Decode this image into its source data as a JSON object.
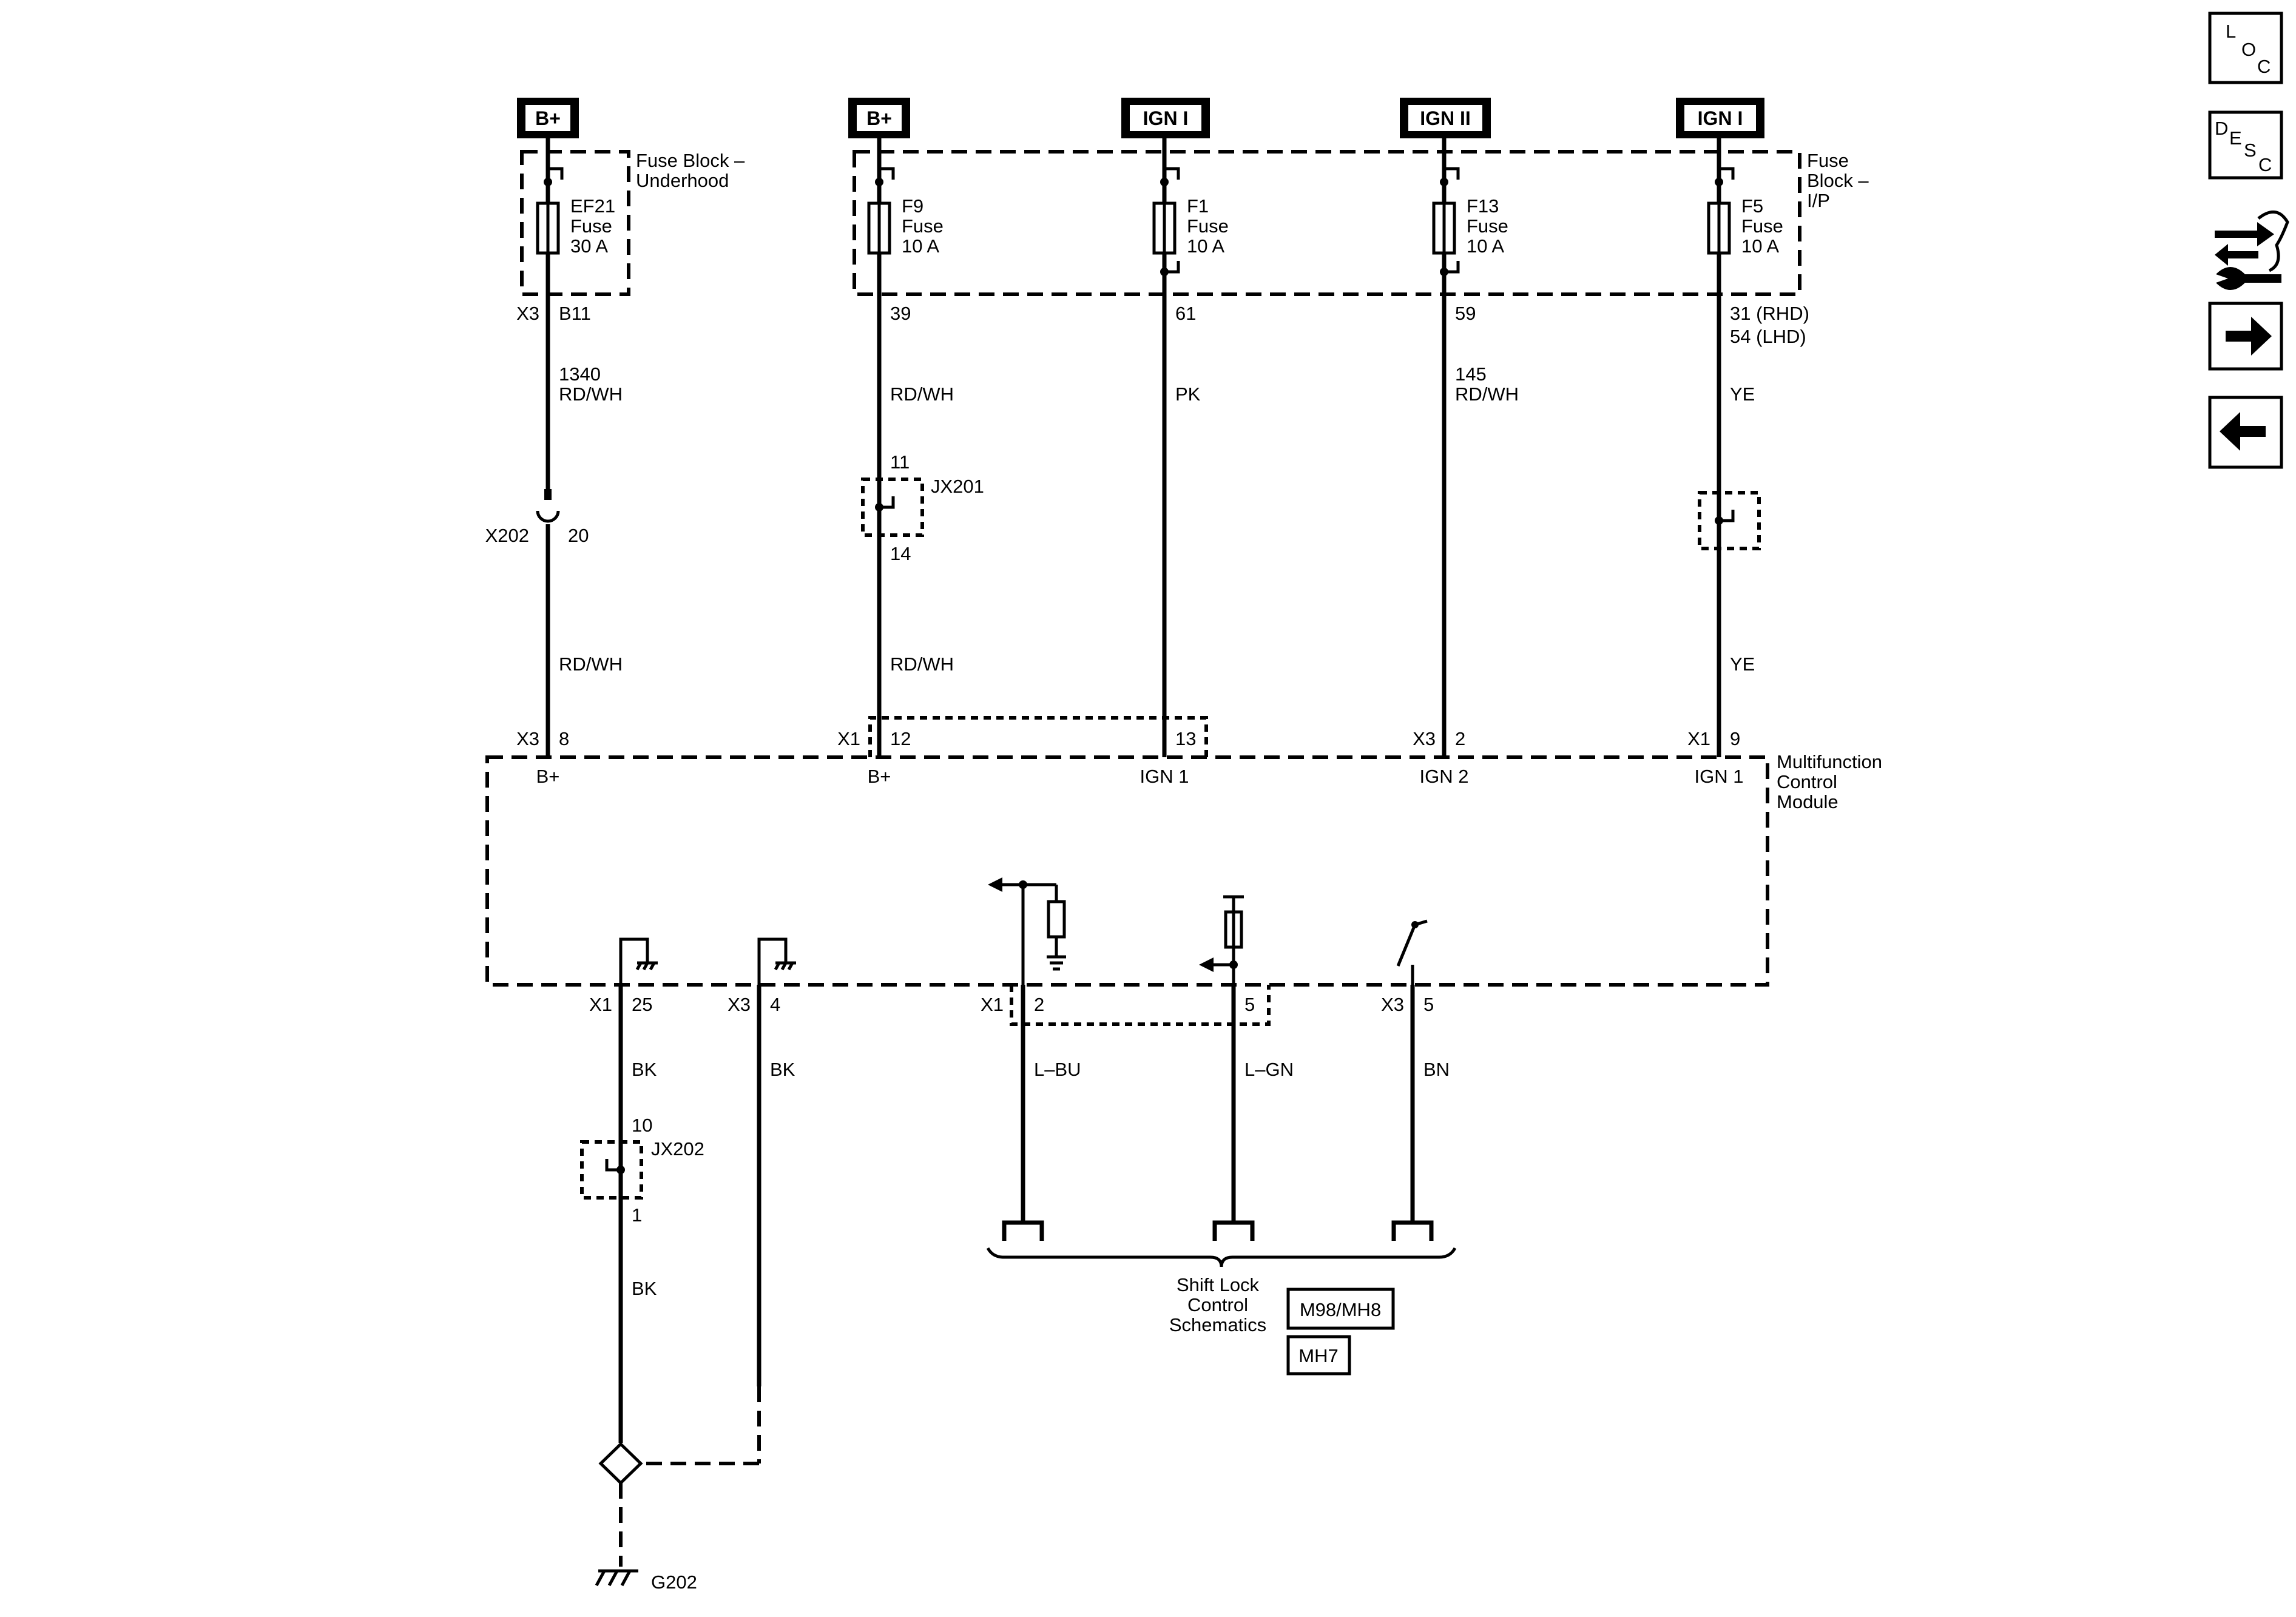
{
  "power_sources": [
    {
      "label": "B+"
    },
    {
      "label": "B+"
    },
    {
      "label": "IGN I"
    },
    {
      "label": "IGN II"
    },
    {
      "label": "IGN I"
    }
  ],
  "fuse_blocks": {
    "underhood": [
      "Fuse Block –",
      "Underhood"
    ],
    "ip": [
      "Fuse",
      "Block –",
      "I/P"
    ]
  },
  "fuses": [
    {
      "name": "EF21",
      "type": "Fuse",
      "rating": "30 A"
    },
    {
      "name": "F9",
      "type": "Fuse",
      "rating": "10 A"
    },
    {
      "name": "F1",
      "type": "Fuse",
      "rating": "10 A"
    },
    {
      "name": "F13",
      "type": "Fuse",
      "rating": "10 A"
    },
    {
      "name": "F5",
      "type": "Fuse",
      "rating": "10 A"
    }
  ],
  "fuse_outputs": [
    {
      "connector": "X3",
      "pin": "B11"
    },
    {
      "connector": "",
      "pin": "39"
    },
    {
      "connector": "",
      "pin": "61"
    },
    {
      "connector": "",
      "pin": "59"
    },
    {
      "connector": "",
      "pin": "31 (RHD)",
      "pin2": "54 (LHD)"
    }
  ],
  "circuits": [
    {
      "circuit": "1340",
      "color": "RD/WH"
    },
    {
      "circuit": "",
      "color": "RD/WH"
    },
    {
      "circuit": "",
      "color": "PK"
    },
    {
      "circuit": "145",
      "color": "RD/WH"
    },
    {
      "circuit": "",
      "color": "YE"
    }
  ],
  "inline_connector": {
    "name": "X202",
    "pin": "20"
  },
  "lower_colors": [
    "RD/WH",
    "RD/WH",
    "YE"
  ],
  "splices": {
    "jx201": {
      "name": "JX201",
      "pin_in": "11",
      "pin_out": "14"
    },
    "jx202": {
      "name": "JX202",
      "pin_in": "10",
      "pin_out": "1"
    }
  },
  "module": {
    "name": [
      "Multifunction",
      "Control",
      "Module"
    ],
    "top_pins": [
      {
        "connector": "X3",
        "pin": "8",
        "signal": "B+"
      },
      {
        "connector": "X1",
        "pin": "12",
        "signal": "B+"
      },
      {
        "connector": "",
        "pin": "13",
        "signal": "IGN 1"
      },
      {
        "connector": "X3",
        "pin": "2",
        "signal": "IGN 2"
      },
      {
        "connector": "X1",
        "pin": "9",
        "signal": "IGN 1"
      }
    ],
    "bottom_pins": [
      {
        "connector": "X1",
        "pin": "25",
        "color": "BK"
      },
      {
        "connector": "X3",
        "pin": "4",
        "color": "BK"
      },
      {
        "connector": "X1",
        "pin": "2",
        "color": "L–BU"
      },
      {
        "connector": "",
        "pin": "5",
        "color": "L–GN"
      },
      {
        "connector": "X3",
        "pin": "5",
        "color": "BN"
      }
    ]
  },
  "ground_wire_color": "BK",
  "ground": {
    "name": "G202"
  },
  "shift_lock": {
    "label": [
      "Shift Lock",
      "Control",
      "Schematics"
    ],
    "options": [
      "M98/MH8",
      "MH7"
    ]
  },
  "nav": {
    "loc": [
      "L",
      "O",
      "C"
    ],
    "desc": [
      "D",
      "E",
      "S",
      "C"
    ],
    "icons": [
      "diagnostic-tools-icon",
      "arrow-right-icon",
      "arrow-left-icon"
    ]
  }
}
